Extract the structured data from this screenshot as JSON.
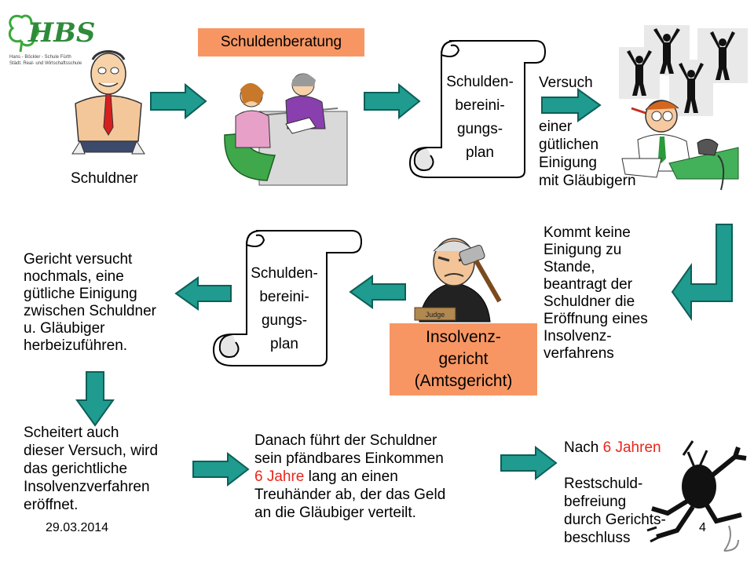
{
  "logo": {
    "letters": "HBS",
    "caption_line1": "Hans - Böckler - Schule Fürth",
    "caption_line2": "Städt. Real- und Wirtschaftsschule"
  },
  "colors": {
    "arrow_fill": "#1f9b8f",
    "arrow_stroke": "#0d5f57",
    "highlight_box": "#f79663",
    "emphasis_text": "#e8261c"
  },
  "row1": {
    "schuldner_label": "Schuldner",
    "beratung_label": "Schuldenberatung",
    "plan_label": "Schulden-\nbereini-\ngungs-\nplan",
    "versuch_label": "Versuch",
    "einigung_text": "einer\ngütlichen\nEinigung\nmit Gläubigern"
  },
  "row2": {
    "kommt_text": "Kommt keine\nEinigung zu\nStande,\nbeantragt der\nSchuldner die\nEröffnung eines\nInsolvenz-\nverfahrens",
    "judge_plate": "Judge",
    "gericht_label": "Insolvenz-\ngericht\n(Amtsgericht)",
    "plan_label": "Schulden-\nbereini-\ngungs-\nplan",
    "gericht_versucht_text": "Gericht versucht\nnochmals, eine\ngütliche Einigung\nzwischen Schuldner\nu. Gläubiger\nherbeizuführen."
  },
  "row3": {
    "scheitert_text": "Scheitert auch\ndieser Versuch, wird\ndas gerichtliche\nInsolvenzverfahren\neröffnet.",
    "danach_line1": "Danach führt der Schuldner",
    "danach_line2": "sein pfändbares Einkommen",
    "danach_years": "6 Jahre",
    "danach_line3_rest": " lang an einen",
    "danach_line4": "Treuhänder ab, der das Geld",
    "danach_line5": "an die Gläubiger verteilt.",
    "nach_prefix": "Nach ",
    "nach_years": "6 Jahren",
    "nach_rest": "Restschuld-\nbefreiung\ndurch Gerichts-\nbeschluss"
  },
  "footer": {
    "date": "29.03.2014",
    "page_number": "4"
  }
}
